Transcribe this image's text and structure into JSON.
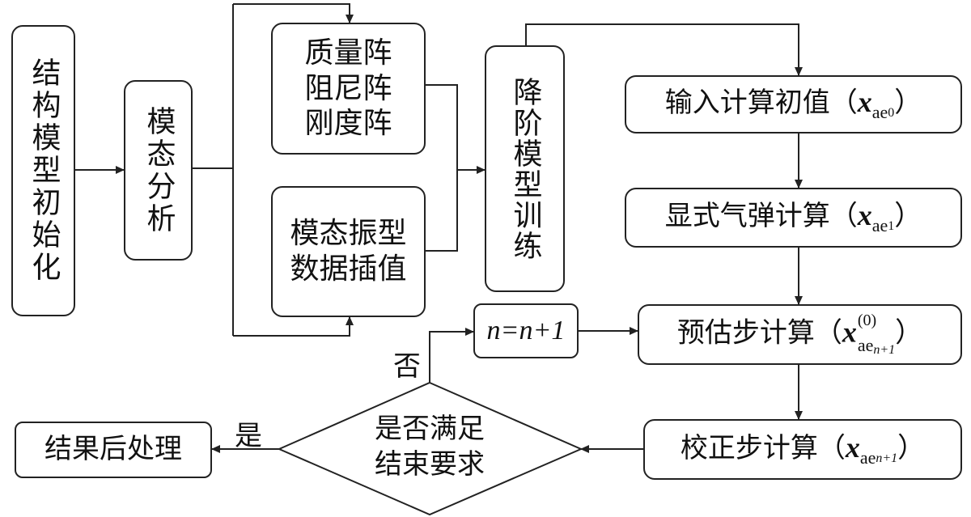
{
  "nodes": {
    "init": "结构模型初始化",
    "modal": "模态分析",
    "matrices": [
      "质量阵",
      "阻尼阵",
      "刚度阵"
    ],
    "interp": [
      "模态振型",
      "数据插值"
    ],
    "rom": "降阶模型训练",
    "input_initial": "输入计算初值（",
    "explicit": "显式气弹计算（",
    "predict": "预估步计算（",
    "correct": "校正步计算（",
    "close_paren": "）",
    "counter": "n=n+1",
    "decision": [
      "是否满足",
      "结束要求"
    ],
    "post": "结果后处理"
  },
  "math": {
    "x": "x",
    "ae": "ae",
    "sub0": "0",
    "sub1": "1",
    "subn1": "n+1",
    "sup0": "(0)"
  },
  "edge_labels": {
    "no": "否",
    "yes": "是"
  }
}
